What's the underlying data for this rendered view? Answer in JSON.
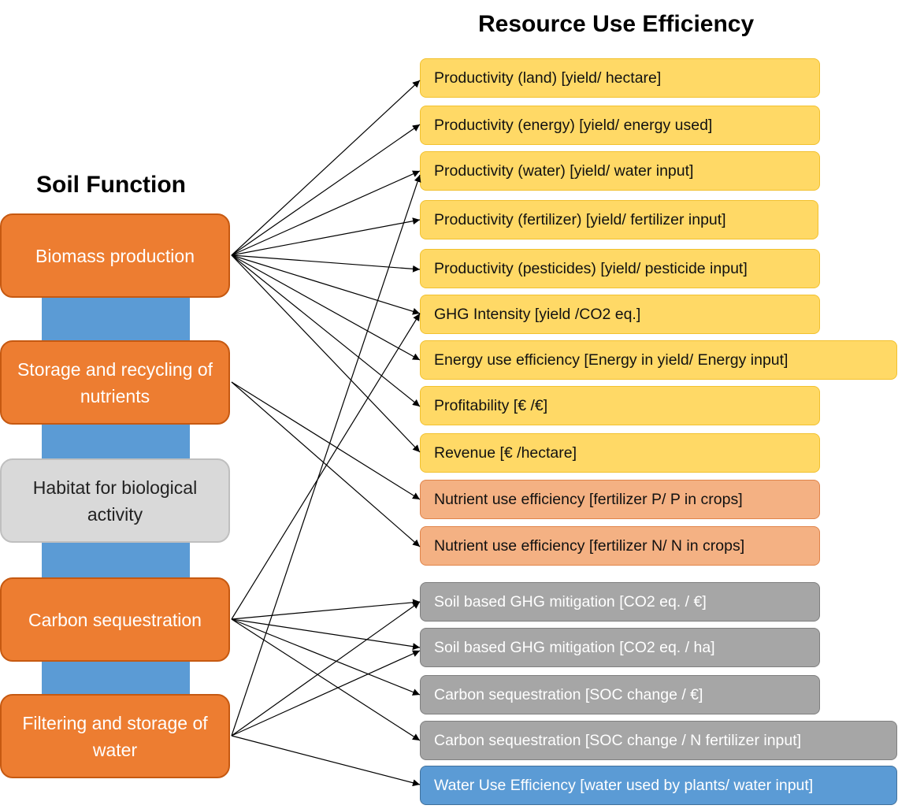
{
  "titles": {
    "resource_use_efficiency": "Resource Use Efficiency",
    "soil_function": "Soil Function"
  },
  "soil_functions": [
    {
      "label": "Biomass production"
    },
    {
      "label": "Storage and recycling of nutrients"
    },
    {
      "label": "Habitat for biological activity"
    },
    {
      "label": "Carbon sequestration"
    },
    {
      "label": "Filtering and storage of water"
    }
  ],
  "efficiency_indicators": [
    {
      "label": "Productivity (land) [yield/ hectare]"
    },
    {
      "label": "Productivity (energy) [yield/ energy used]"
    },
    {
      "label": "Productivity (water) [yield/ water input]"
    },
    {
      "label": "Productivity (fertilizer) [yield/ fertilizer input]"
    },
    {
      "label": "Productivity (pesticides) [yield/ pesticide input]"
    },
    {
      "label": "GHG Intensity [yield /CO2 eq.]"
    },
    {
      "label": "Energy use efficiency [Energy in yield/ Energy input]"
    },
    {
      "label": "Profitability [€ /€]"
    },
    {
      "label": "Revenue [€ /hectare]"
    },
    {
      "label": "Nutrient use efficiency  [fertilizer P/ P in crops]"
    },
    {
      "label": "Nutrient use efficiency  [fertilizer N/ N in crops]"
    },
    {
      "label": "Soil based GHG mitigation [CO2 eq. / €]"
    },
    {
      "label": "Soil based GHG mitigation [CO2 eq. / ha]"
    },
    {
      "label": "Carbon sequestration [SOC change / €]"
    },
    {
      "label": "Carbon sequestration [SOC change / N fertilizer input]"
    },
    {
      "label": "Water Use Efficiency [water used by plants/ water input]"
    }
  ],
  "colors": {
    "soil_function": "#ed7d31",
    "habitat": "#d9d9d9",
    "spine": "#5b9bd5",
    "productivity": "#ffd966",
    "nutrient": "#f4b183",
    "carbon": "#a6a6a6",
    "water": "#5b9bd5"
  },
  "links": [
    {
      "from": 0,
      "to": [
        0,
        1,
        2,
        3,
        4,
        5,
        6,
        7,
        8
      ]
    },
    {
      "from": 1,
      "to": [
        9,
        10
      ]
    },
    {
      "from": 3,
      "to": [
        5,
        11,
        12,
        13,
        14
      ]
    },
    {
      "from": 4,
      "to": [
        2,
        11,
        12,
        15
      ]
    }
  ]
}
